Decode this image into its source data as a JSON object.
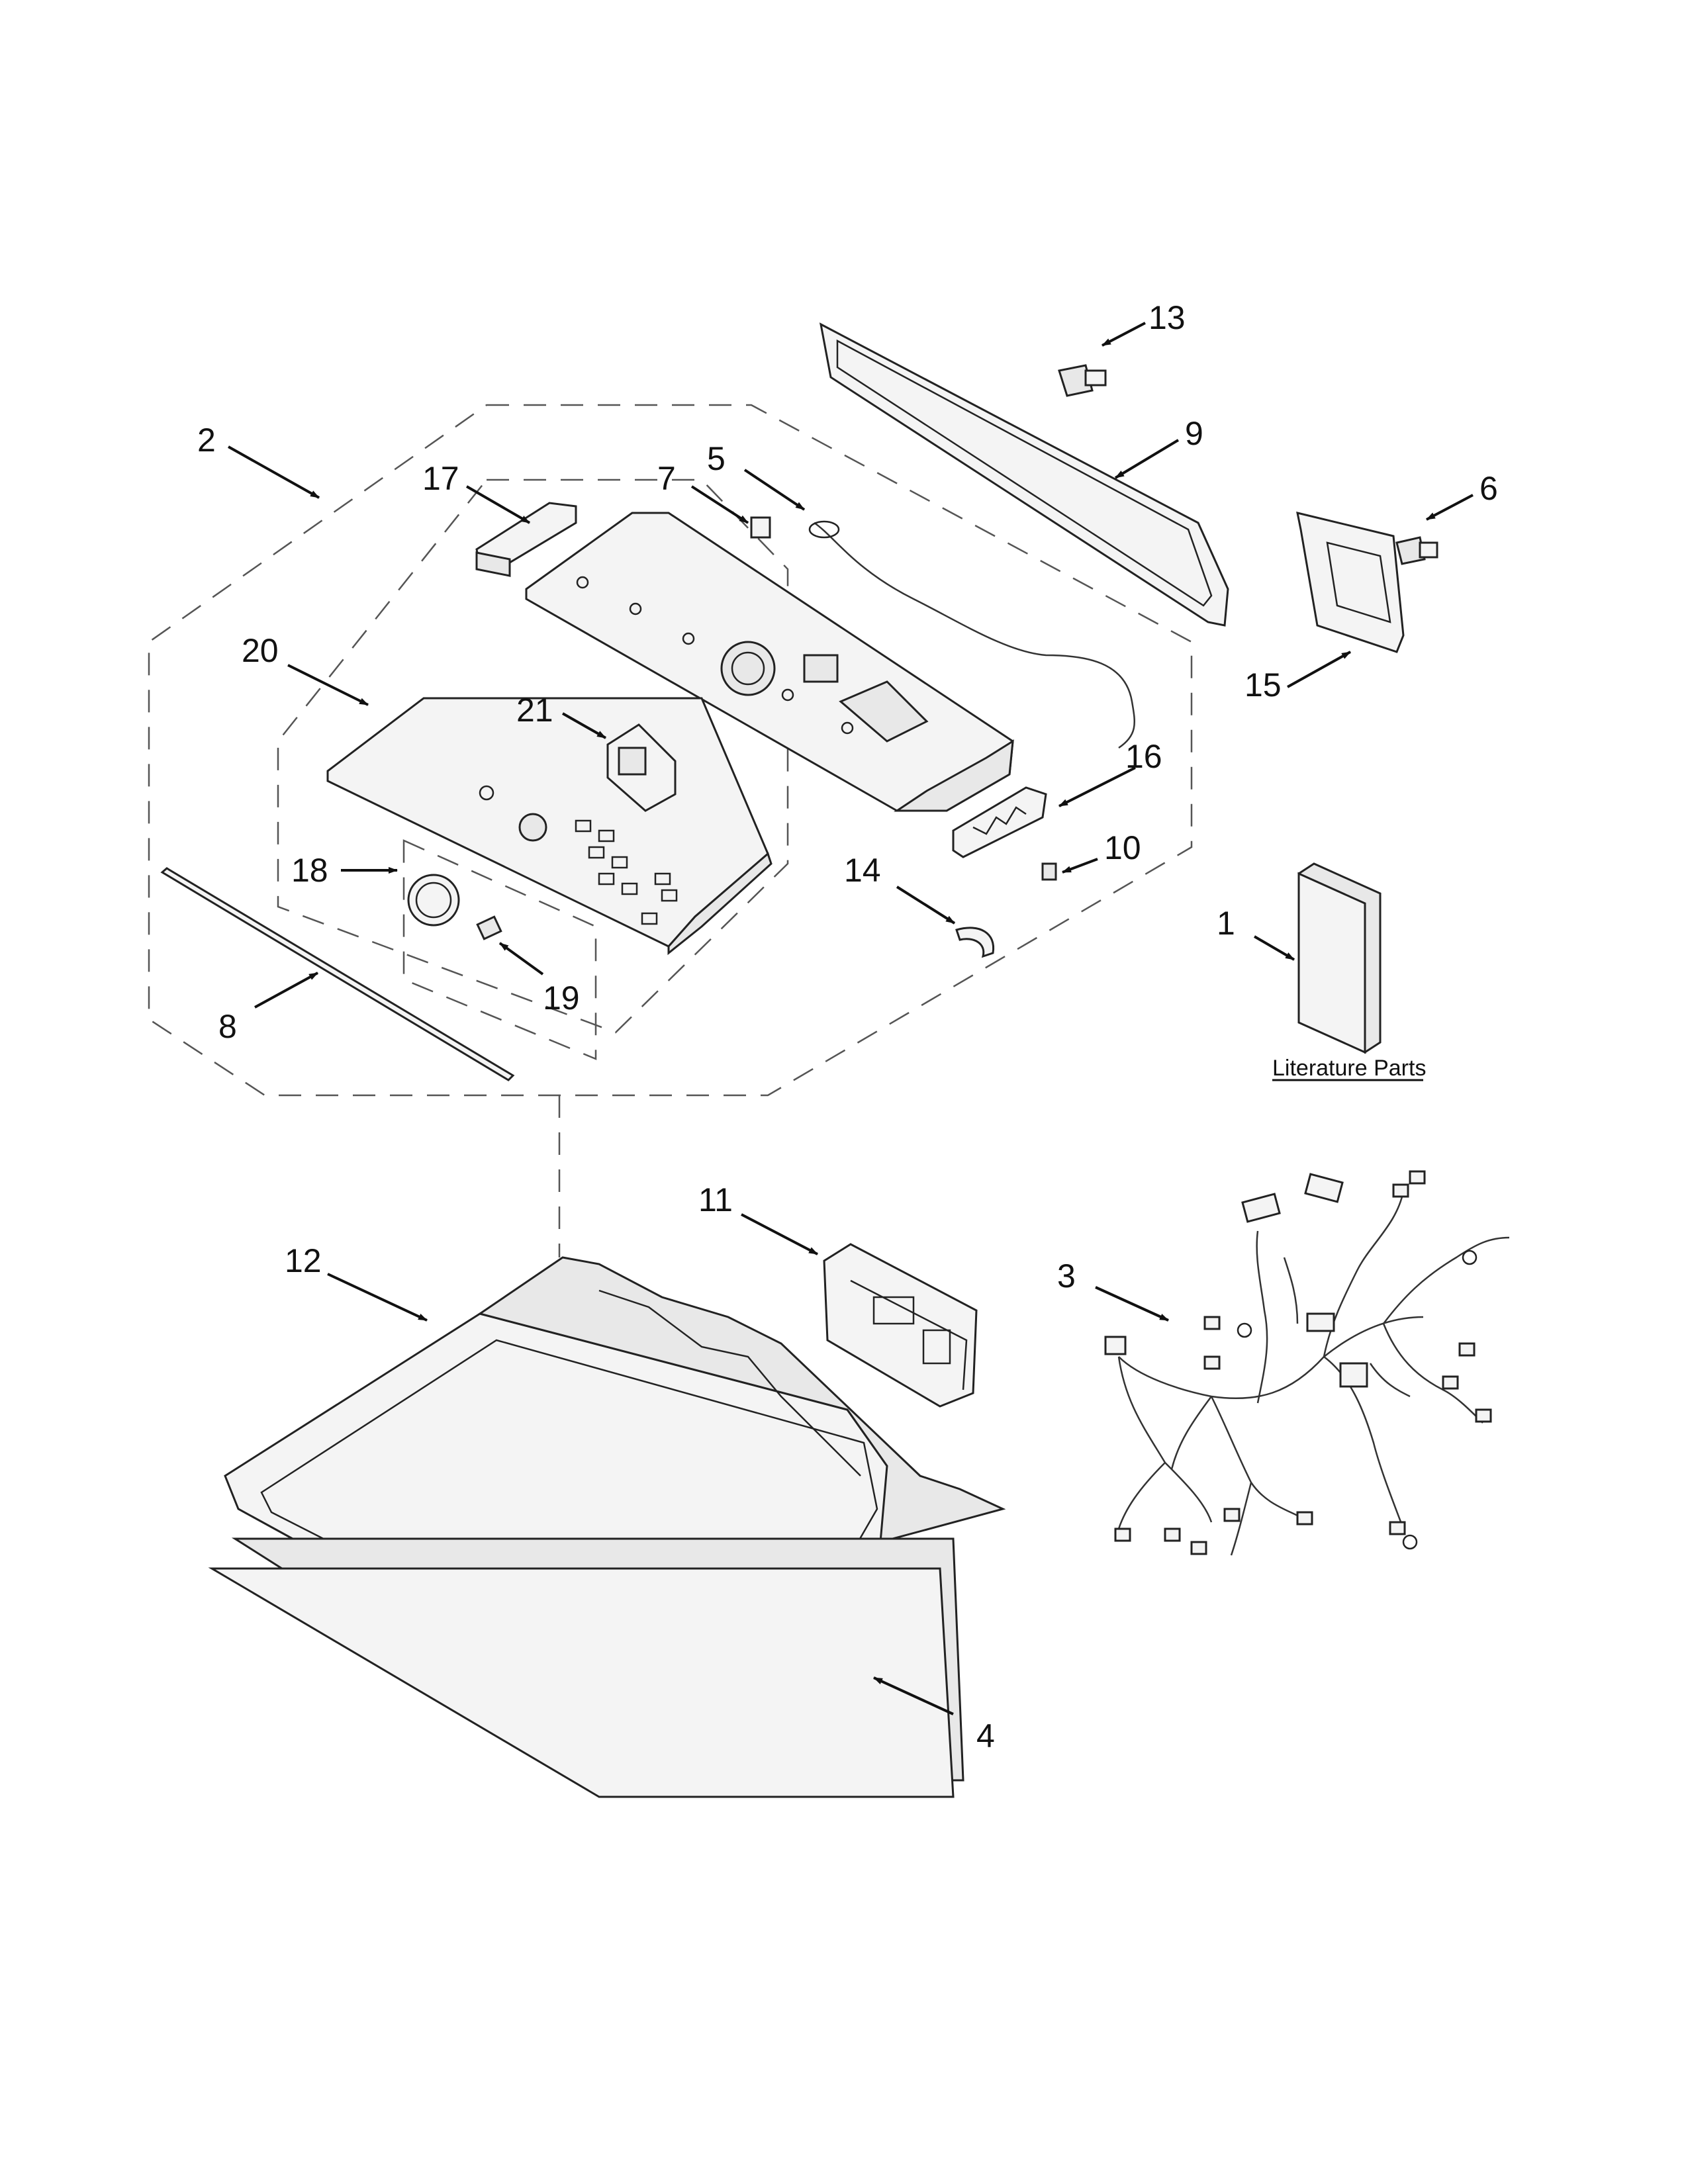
{
  "labels": {
    "l1": "1",
    "l2": "2",
    "l3": "3",
    "l4": "4",
    "l5": "5",
    "l6": "6",
    "l7": "7",
    "l8": "8",
    "l9": "9",
    "l10": "10",
    "l11": "11",
    "l12": "12",
    "l13": "13",
    "l14": "14",
    "l15": "15",
    "l16": "16",
    "l17": "17",
    "l18": "18",
    "l19": "19",
    "l20": "20",
    "l21": "21"
  },
  "literature": "Literature Parts"
}
